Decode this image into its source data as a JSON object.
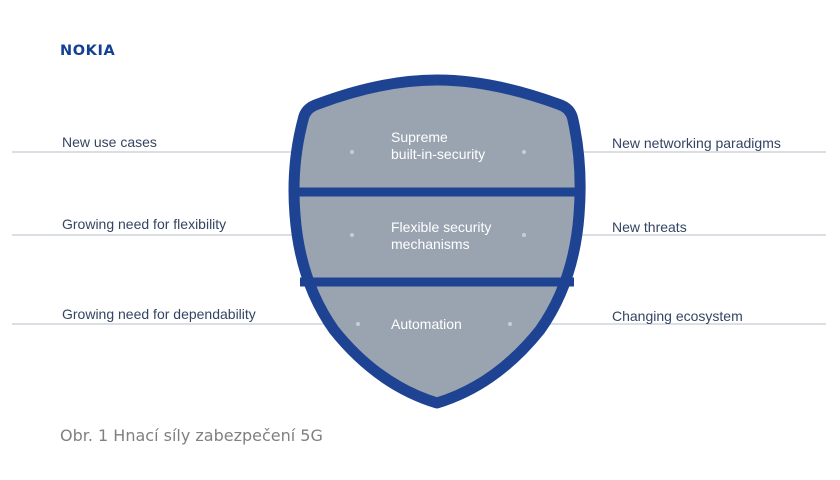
{
  "logo": {
    "text": "NOKIA"
  },
  "shield": {
    "sections": [
      {
        "line1": "Supreme",
        "line2": "built-in-security"
      },
      {
        "line1": "Flexible security",
        "line2": "mechanisms"
      },
      {
        "line1": "Automation",
        "line2": ""
      }
    ],
    "colors": {
      "fill": "#9aa4b1",
      "border": "#1f4393",
      "lines": "#b7bfca"
    }
  },
  "left_drivers": [
    "New use cases",
    "Growing need for flexibility",
    "Growing need for dependability"
  ],
  "right_drivers": [
    "New networking paradigms",
    "New threats",
    "Changing ecosystem"
  ],
  "caption": "Obr. 1 Hnací síly zabezpečení 5G"
}
